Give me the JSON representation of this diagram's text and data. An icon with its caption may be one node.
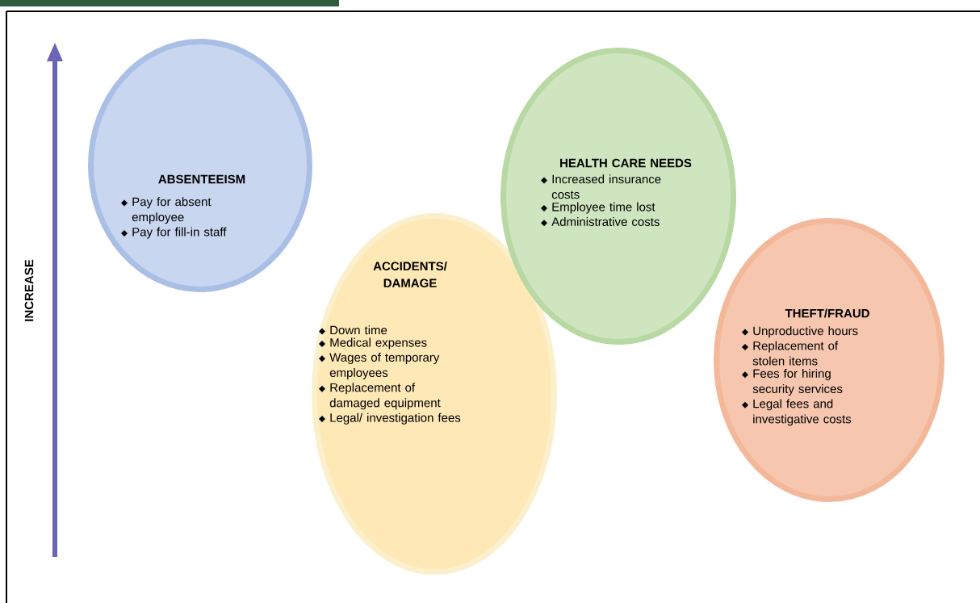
{
  "diagram": {
    "nodes": [
      {
        "text": [
          "ABSENTEEISM",
          "Pay for absent employee",
          "Pay for fill-in staff"
        ]
      },
      {
        "text": [
          "ACCIDENTS/ DAMAGE",
          "Down time",
          "Medical expenses",
          "Wages of temporary employees",
          "Replacement of damaged equipment",
          "Legal/ investigation fees"
        ]
      },
      {
        "text": [
          "HEALTH CARE NEEDS",
          "Increased insurance costs",
          "Employee time lost",
          "Administrative costs"
        ]
      },
      {
        "text": [
          "THEFT/FRAUD",
          "Unproductive hours",
          "Replacement of stolen items",
          "Fees for hiring security services",
          "Legal fees and investigative costs"
        ]
      }
    ],
    "labels": [
      "INCREASE"
    ]
  }
}
